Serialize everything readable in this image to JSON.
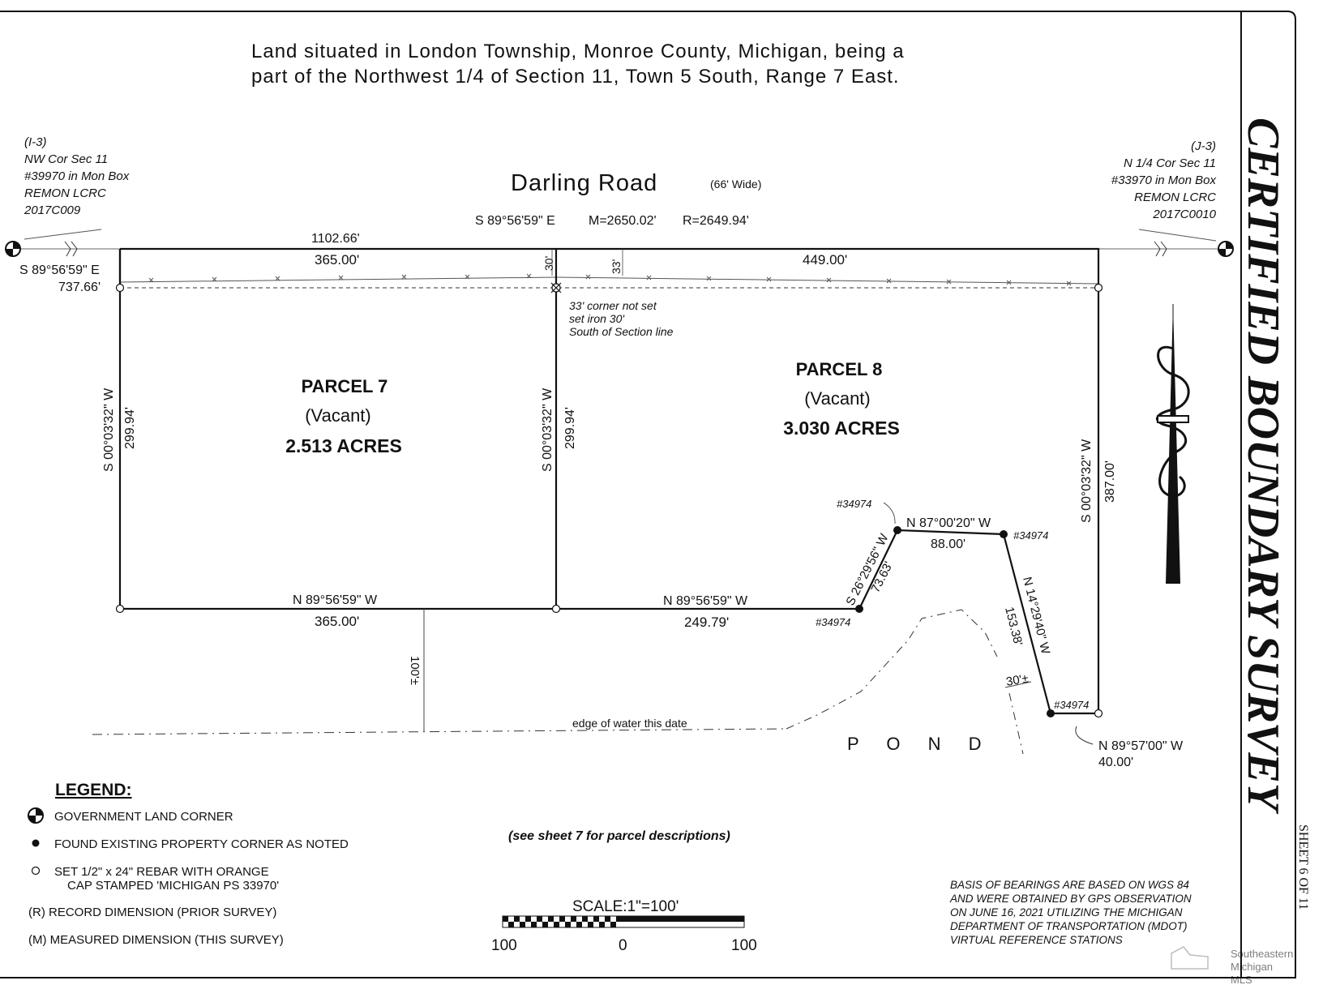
{
  "header": {
    "line1": "Land situated in London Township, Monroe County, Michigan, being a",
    "line2": "part of the Northwest 1/4 of Section 11, Town 5 South, Range 7 East."
  },
  "title_block": {
    "title": "CERTIFIED   BOUNDARY   SURVEY",
    "sheet": "SHEET   6   OF   11"
  },
  "road": {
    "name": "Darling   Road",
    "width": "(66' Wide)",
    "bearing": "S 89°56'59\" E",
    "measured": "M=2650.02'",
    "record": "R=2649.94'"
  },
  "monuments": {
    "west": [
      "(I-3)",
      "NW Cor Sec 11",
      "#39970 in Mon Box",
      "REMON LCRC",
      "2017C009"
    ],
    "east": [
      "(J-3)",
      "N 1/4 Cor Sec 11",
      "#33970 in Mon Box",
      "REMON LCRC",
      "2017C0010"
    ]
  },
  "dimensions": {
    "total_north": "1102.66'",
    "west_tie_bearing": "S 89°56'59\" E",
    "west_tie_dist": "737.66'",
    "p7_north": "365.00'",
    "offset_30": "30'",
    "offset_33": "33'",
    "p8_north": "449.00'",
    "corner_note": [
      "33' corner not set",
      "set iron 30'",
      "South of Section line"
    ],
    "p7_west_bearing": "S 00°03'32\" W",
    "p7_west_dist": "299.94'",
    "mid_bearing": "S 00°03'32\" W",
    "mid_dist": "299.94'",
    "p8_east_bearing": "S 00°03'32\" W",
    "p8_east_dist": "387.00'",
    "p7_south_bearing": "N 89°56'59\" W",
    "p7_south_dist": "365.00'",
    "p8_south_bearing": "N 89°56'59\" W",
    "p8_south_dist": "249.79'",
    "diag1_bearing": "S 26°29'56\" W",
    "diag1_dist": "73.63'",
    "top_bearing": "N 87°00'20\" W",
    "top_dist": "88.00'",
    "diag2_bearing": "N 14°29'40\" W",
    "diag2_dist": "153.38'",
    "water_30": "30'±",
    "water_100": "100'±",
    "bottom_bearing": "N 89°57'00\" W",
    "bottom_dist": "40.00'",
    "iron_tag": "#34974"
  },
  "parcels": [
    {
      "name": "PARCEL 7",
      "status": "(Vacant)",
      "acres": "2.513  ACRES"
    },
    {
      "name": "PARCEL 8",
      "status": "(Vacant)",
      "acres": "3.030  ACRES"
    }
  ],
  "water": {
    "edge_label": "edge of water this date",
    "pond": "P  O  N  D"
  },
  "legend": {
    "title": "LEGEND:",
    "items": [
      "GOVERNMENT LAND CORNER",
      "FOUND EXISTING PROPERTY CORNER AS NOTED",
      "SET 1/2\" x 24\" REBAR WITH ORANGE",
      "CAP STAMPED 'MICHIGAN PS 33970'",
      "(R)   RECORD DIMENSION (PRIOR SURVEY)",
      "(M)   MEASURED DIMENSION (THIS SURVEY)"
    ]
  },
  "see_note": "(see sheet 7 for parcel descriptions)",
  "scale": {
    "label": "SCALE:1\"=100'",
    "ticks": [
      "100",
      "0",
      "100"
    ]
  },
  "basis": [
    "BASIS OF BEARINGS ARE BASED ON WGS 84",
    "AND WERE OBTAINED BY GPS OBSERVATION",
    "ON JUNE 16, 2021 UTILIZING THE MICHIGAN",
    "DEPARTMENT OF TRANSPORTATION (MDOT)",
    "VIRTUAL REFERENCE STATIONS"
  ],
  "watermark": [
    "Southeastern",
    "Michigan",
    "MLS"
  ]
}
